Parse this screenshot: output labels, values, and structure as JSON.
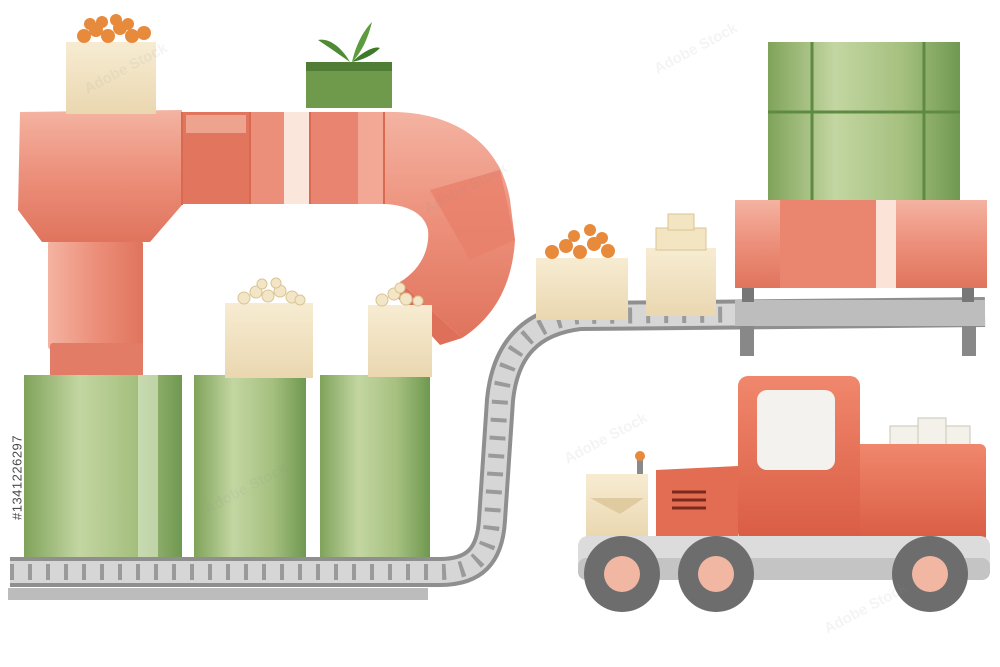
{
  "image": {
    "stock_id": "#1341226297",
    "watermark_text": "Adobe Stock"
  },
  "palette": {
    "pipe": "#ec8f7a",
    "pipe_dark": "#de6f58",
    "bin_green": "#9dbb74",
    "bin_green_dark": "#6f9850",
    "cream": "#f1e2c2",
    "orange_fruit": "#e88a3c",
    "conveyor": "#b9b9b9",
    "truck": "#e8664c",
    "wheel": "#6d6d6d"
  },
  "objects": [
    {
      "name": "pipe-system",
      "icon": "bent-pipe"
    },
    {
      "name": "green-bins",
      "icon": "three-green-bins"
    },
    {
      "name": "cream-boxes",
      "icon": "food-boxes"
    },
    {
      "name": "conveyor-track",
      "icon": "curved-conveyor"
    },
    {
      "name": "storage-container",
      "icon": "green-container-on-stand"
    },
    {
      "name": "delivery-truck",
      "icon": "orange-truck"
    }
  ]
}
